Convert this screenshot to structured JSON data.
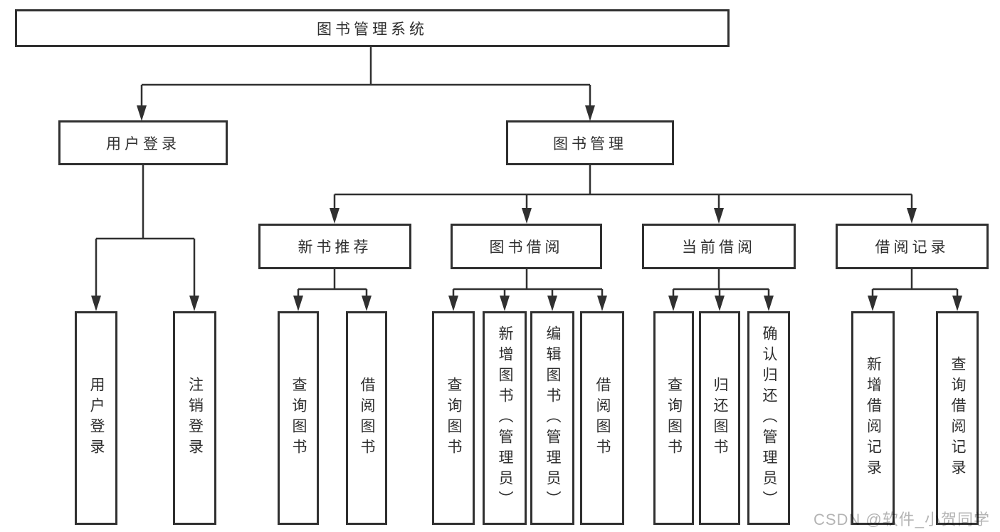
{
  "tree": {
    "root": {
      "label": "图书管理系统"
    },
    "children": [
      {
        "label": "用户登录",
        "children": [
          {
            "label": "用户登录"
          },
          {
            "label": "注销登录"
          }
        ]
      },
      {
        "label": "图书管理",
        "children": [
          {
            "label": "新书推荐",
            "children": [
              {
                "label": "查询图书"
              },
              {
                "label": "借阅图书"
              }
            ]
          },
          {
            "label": "图书借阅",
            "children": [
              {
                "label": "查询图书"
              },
              {
                "label": "新增图书（管理员）"
              },
              {
                "label": "编辑图书（管理员）"
              },
              {
                "label": "借阅图书"
              }
            ]
          },
          {
            "label": "当前借阅",
            "children": [
              {
                "label": "查询图书"
              },
              {
                "label": "归还图书"
              },
              {
                "label": "确认归还（管理员）"
              }
            ]
          },
          {
            "label": "借阅记录",
            "children": [
              {
                "label": "新增借阅记录"
              },
              {
                "label": "查询借阅记录"
              }
            ]
          }
        ]
      }
    ]
  },
  "watermark": {
    "text": "CSDN @软件_小贺同学"
  },
  "colors": {
    "line": "#303030",
    "box_border": "#303030",
    "text": "#2f2f2f",
    "watermark": "#b4b4b4",
    "background": "#ffffff"
  }
}
